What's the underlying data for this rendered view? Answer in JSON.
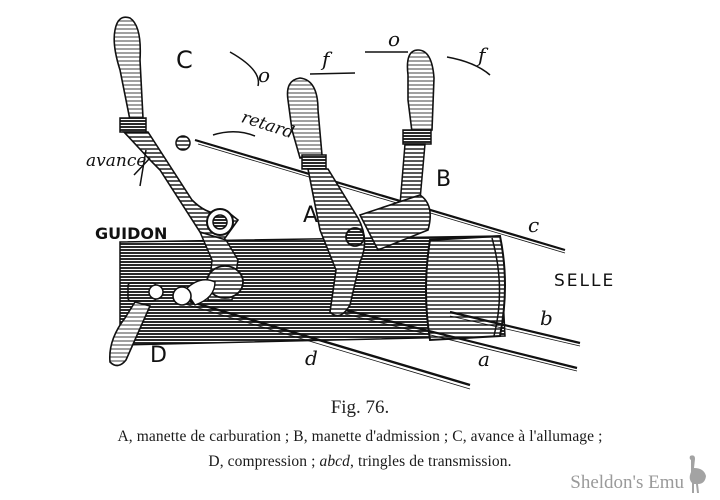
{
  "figure": {
    "labels": {
      "C": "C",
      "A": "A",
      "B": "B",
      "D": "D",
      "guidon": "GUIDON",
      "selle": "SELLE",
      "avance": "avance",
      "retard": "retard",
      "o1": "o",
      "f1": "f",
      "o2": "o",
      "f2": "f",
      "a": "a",
      "b": "b",
      "c": "c",
      "d": "d"
    },
    "colors": {
      "ink": "#111111",
      "paper": "#ffffff"
    }
  },
  "caption": {
    "title": "Fig. 76.",
    "line1": "A, manette de carburation ; B, manette d'admission ; C, avance à l'allumage ;",
    "line2_prefix": "D, compression ; ",
    "line2_italic": "abcd",
    "line2_suffix": ", tringles de transmission."
  },
  "watermark": {
    "text": "Sheldon's Emu",
    "icon": "emu-bird-icon",
    "color": "#9a9a9a"
  }
}
